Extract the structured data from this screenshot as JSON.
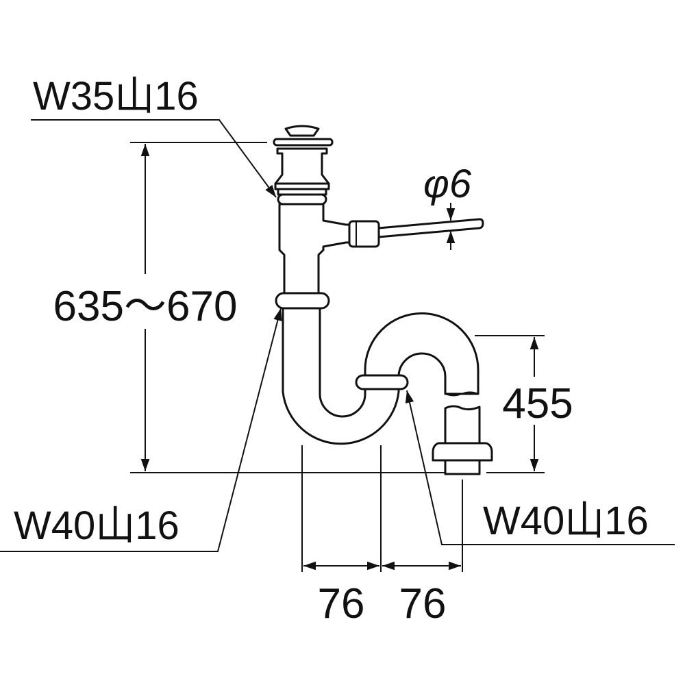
{
  "labels": {
    "top_connection": "W35山16",
    "rod_diameter": "φ6",
    "overall_height": "635～670",
    "outlet_height": "455",
    "left_connection": "W40山16",
    "right_connection": "W40山16",
    "offset_left": "76",
    "offset_right": "76"
  },
  "colors": {
    "line": "#111111",
    "background": "#ffffff"
  }
}
